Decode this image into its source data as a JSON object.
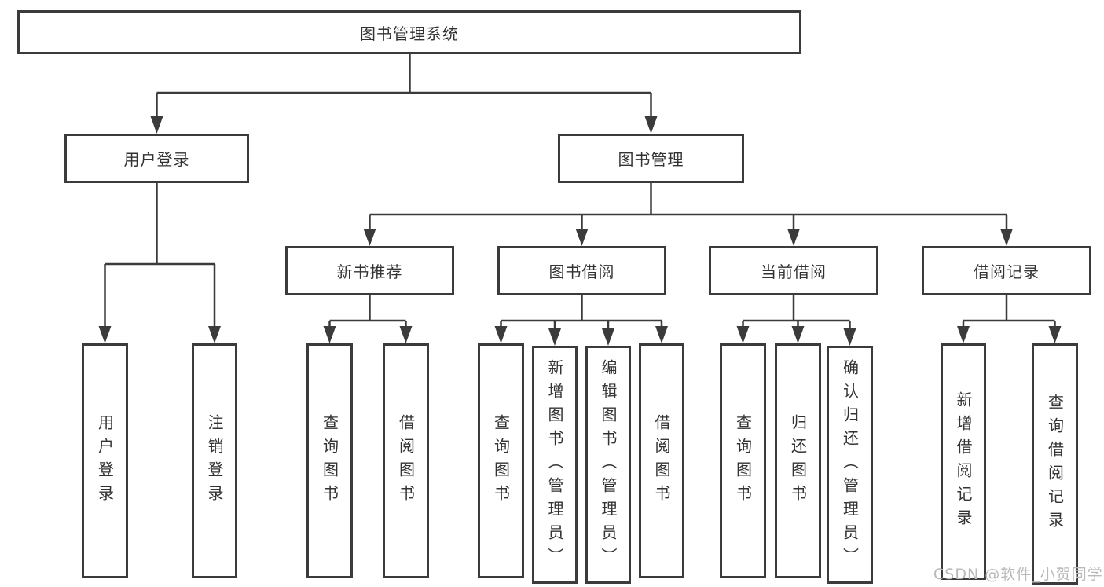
{
  "diagram_title": "图书管理系统",
  "nodes": {
    "root": {
      "label": "图书管理系统"
    },
    "userLogin": {
      "label": "用户登录",
      "children": [
        {
          "label": "用户登录"
        },
        {
          "label": "注销登录"
        }
      ]
    },
    "bookMgmt": {
      "label": "图书管理"
    },
    "newBooks": {
      "label": "新书推荐",
      "children": [
        {
          "label": "查询图书"
        },
        {
          "label": "借阅图书"
        }
      ]
    },
    "bookBorrow": {
      "label": "图书借阅",
      "children": [
        {
          "label": "查询图书"
        },
        {
          "label": "新增图书（管理员）"
        },
        {
          "label": "编辑图书（管理员）"
        },
        {
          "label": "借阅图书"
        }
      ]
    },
    "currentBorrow": {
      "label": "当前借阅",
      "children": [
        {
          "label": "查询图书"
        },
        {
          "label": "归还图书"
        },
        {
          "label": "确认归还（管理员）"
        }
      ]
    },
    "borrowRecords": {
      "label": "借阅记录",
      "children": [
        {
          "label": "新增借阅记录"
        },
        {
          "label": "查询借阅记录"
        }
      ]
    }
  },
  "watermark": {
    "text": "CSDN @软件_小贺同学"
  },
  "colors": {
    "line": "#3b3b3b",
    "text": "#333333",
    "watermark": "#b9b9b9",
    "background": "#ffffff"
  }
}
